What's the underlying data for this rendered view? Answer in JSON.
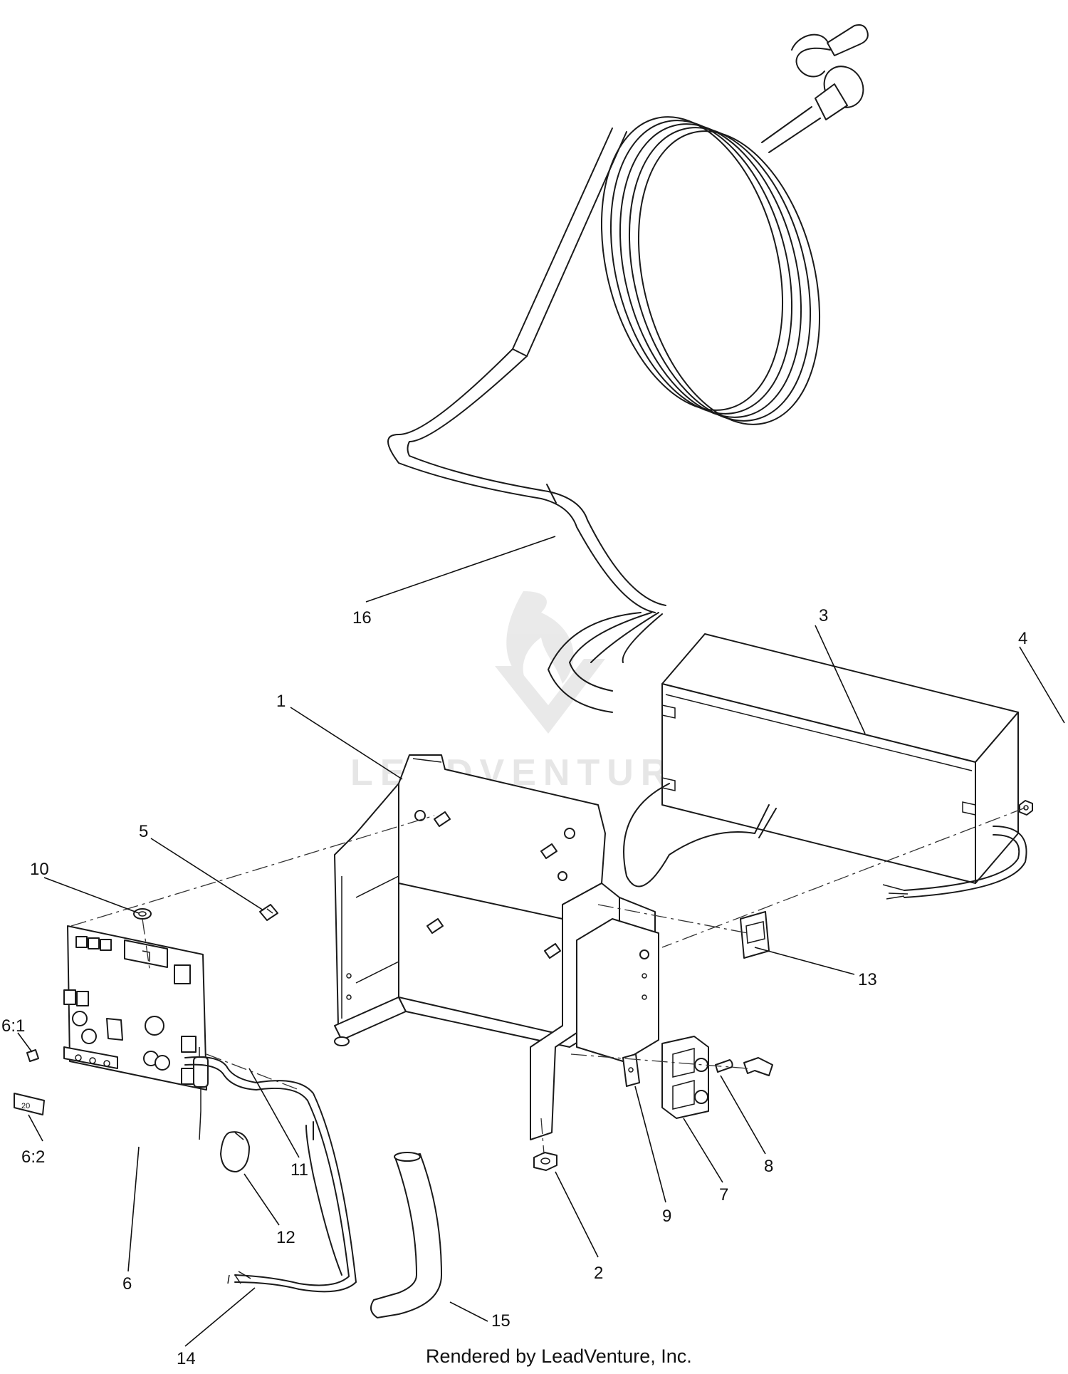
{
  "diagram": {
    "watermark": "LEADVENTURE",
    "caption": "Rendered by LeadVenture, Inc.",
    "callouts": [
      {
        "id": "c1",
        "label": "1"
      },
      {
        "id": "c2",
        "label": "2"
      },
      {
        "id": "c3",
        "label": "3"
      },
      {
        "id": "c4",
        "label": "4"
      },
      {
        "id": "c5",
        "label": "5"
      },
      {
        "id": "c6",
        "label": "6"
      },
      {
        "id": "c6-1",
        "label": "6:1"
      },
      {
        "id": "c6-2",
        "label": "6:2"
      },
      {
        "id": "c7",
        "label": "7"
      },
      {
        "id": "c8",
        "label": "8"
      },
      {
        "id": "c9",
        "label": "9"
      },
      {
        "id": "c10",
        "label": "10"
      },
      {
        "id": "c11",
        "label": "11"
      },
      {
        "id": "c12",
        "label": "12"
      },
      {
        "id": "c13",
        "label": "13"
      },
      {
        "id": "c14",
        "label": "14"
      },
      {
        "id": "c15",
        "label": "15"
      },
      {
        "id": "c16",
        "label": "16"
      }
    ],
    "fuse_rating": "20"
  }
}
